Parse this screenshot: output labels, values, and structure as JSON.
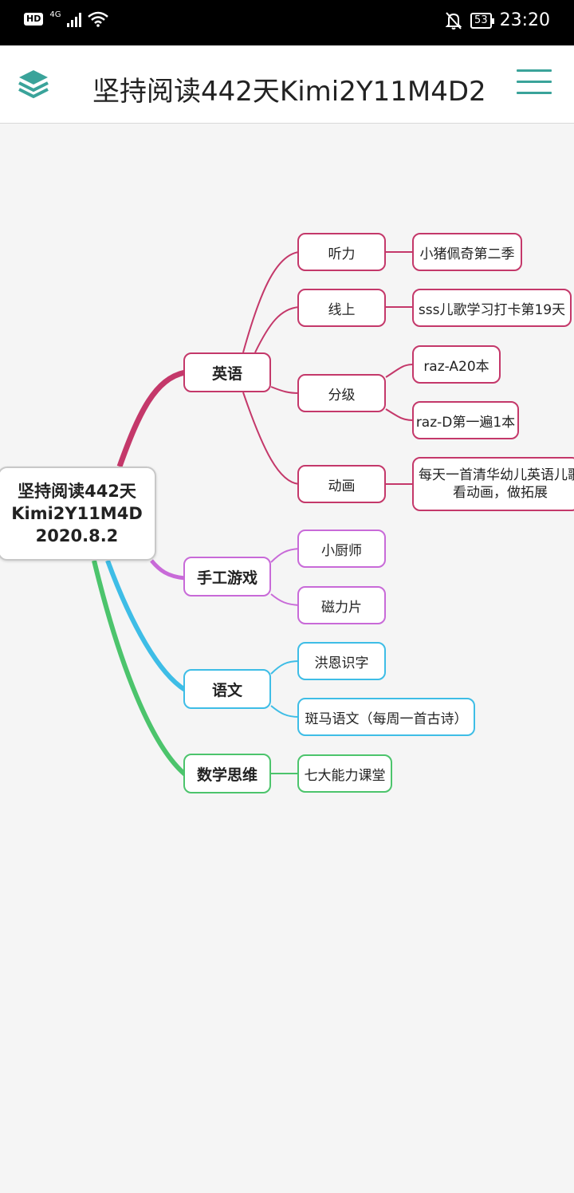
{
  "status_bar": {
    "hd": "HD",
    "network": "4G",
    "battery": "53",
    "time": "23:20"
  },
  "app_bar": {
    "title": "坚持阅读442天Kimi2Y11M4D2",
    "left_icon": "layers-icon",
    "right_icon": "menu-icon"
  },
  "colors": {
    "english": "#c4386a",
    "crafts": "#c86ad8",
    "chinese": "#3ebde6",
    "math": "#4cc46c",
    "accent": "#3aa39a"
  },
  "mindmap": {
    "root": {
      "line1": "坚持阅读442天",
      "line2": "Kimi2Y11M4D",
      "line3": "2020.8.2"
    },
    "english": {
      "label": "英语",
      "listening": {
        "label": "听力",
        "item": "小猪佩奇第二季"
      },
      "online": {
        "label": "线上",
        "item": "sss儿歌学习打卡第19天"
      },
      "graded": {
        "label": "分级",
        "item1": "raz-A20本",
        "item2": "raz-D第一遍1本"
      },
      "animation": {
        "label": "动画",
        "item_line1": "每天一首清华幼儿英语儿歌",
        "item_line2": "看动画，做拓展"
      }
    },
    "crafts": {
      "label": "手工游戏",
      "item1": "小厨师",
      "item2": "磁力片"
    },
    "chinese": {
      "label": "语文",
      "item1": "洪恩识字",
      "item2": "斑马语文（每周一首古诗）"
    },
    "math": {
      "label": "数学思维",
      "item1": "七大能力课堂"
    }
  }
}
